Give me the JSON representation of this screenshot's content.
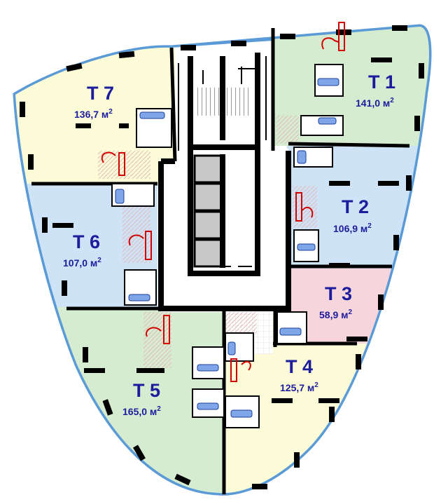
{
  "plan": {
    "units": [
      {
        "id": "T1",
        "name": "Т 1",
        "area": "141,0 м",
        "area_sup": "2",
        "fill": "#d6ecd0"
      },
      {
        "id": "T2",
        "name": "Т 2",
        "area": "106,9 м",
        "area_sup": "2",
        "fill": "#cfe3f6"
      },
      {
        "id": "T3",
        "name": "Т 3",
        "area": "58,9 м",
        "area_sup": "2",
        "fill": "#f6d6dc"
      },
      {
        "id": "T4",
        "name": "Т 4",
        "area": "125,7 м",
        "area_sup": "2",
        "fill": "#fbfbd8"
      },
      {
        "id": "T5",
        "name": "Т 5",
        "area": "165,0 м",
        "area_sup": "2",
        "fill": "#d6ecd0"
      },
      {
        "id": "T6",
        "name": "Т 6",
        "area": "107,0 м",
        "area_sup": "2",
        "fill": "#cfe3f6"
      },
      {
        "id": "T7",
        "name": "Т 7",
        "area": "136,7 м",
        "area_sup": "2",
        "fill": "#fbfbd8"
      }
    ],
    "colors": {
      "wall": "#000000",
      "glazing": "#a9cff1",
      "core": "#ffffff",
      "plumbing": "#d20000",
      "label": "#1c1c9c"
    }
  }
}
